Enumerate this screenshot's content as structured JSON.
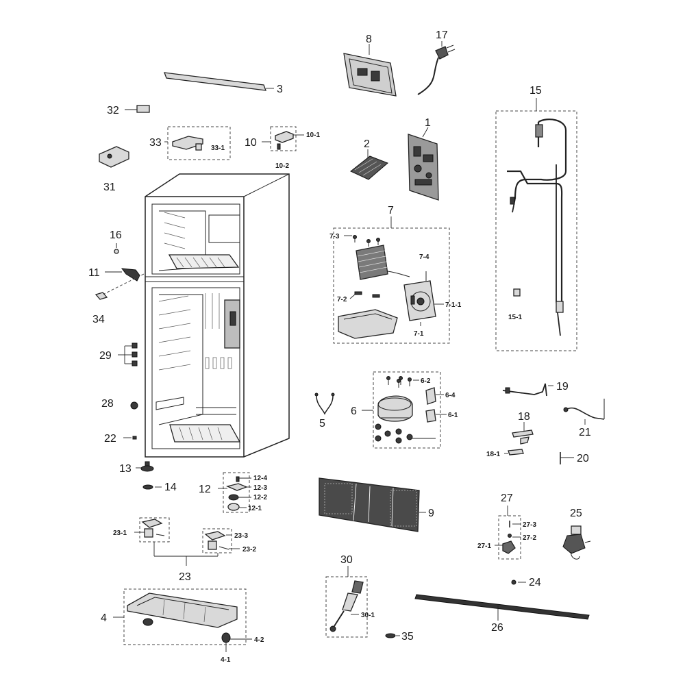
{
  "callouts": {
    "c1": "1",
    "c2": "2",
    "c3": "3",
    "c4": "4",
    "c4_1": "4-1",
    "c4_2": "4-2",
    "c5": "5",
    "c6": "6",
    "c6_1": "6-1",
    "c6_2": "6-2",
    "c6_4": "6-4",
    "c7": "7",
    "c7_1": "7-1",
    "c7_1_1": "7-1-1",
    "c7_2": "7-2",
    "c7_3": "7-3",
    "c7_4": "7-4",
    "c8": "8",
    "c9": "9",
    "c10": "10",
    "c10_1": "10-1",
    "c10_2": "10-2",
    "c11": "11",
    "c12": "12",
    "c12_1": "12-1",
    "c12_2": "12-2",
    "c12_3": "12-3",
    "c12_4": "12-4",
    "c13": "13",
    "c14": "14",
    "c15": "15",
    "c15_1": "15-1",
    "c16": "16",
    "c17": "17",
    "c18": "18",
    "c18_1": "18-1",
    "c19": "19",
    "c20": "20",
    "c21": "21",
    "c22": "22",
    "c23": "23",
    "c23_1": "23-1",
    "c23_2": "23-2",
    "c23_3": "23-3",
    "c24": "24",
    "c25": "25",
    "c26": "26",
    "c27": "27",
    "c27_1": "27-1",
    "c27_2": "27-2",
    "c27_3": "27-3",
    "c28": "28",
    "c29": "29",
    "c30": "30",
    "c30_1": "30-1",
    "c31": "31",
    "c32": "32",
    "c33": "33",
    "c33_1": "33-1",
    "c34": "34",
    "c35": "35"
  }
}
